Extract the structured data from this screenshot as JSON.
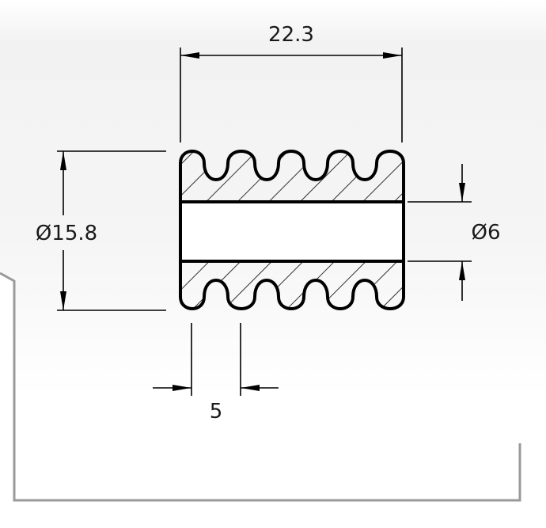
{
  "drawing": {
    "dimensions": {
      "overall_length": "22.3",
      "outer_diameter": "Ø15.8",
      "inner_diameter": "Ø6",
      "pitch": "5"
    }
  },
  "colors": {
    "background": "#ffffff",
    "sheet_shadow": "#ececec",
    "sheet_border": "#9a9a9a",
    "line": "#000000"
  }
}
